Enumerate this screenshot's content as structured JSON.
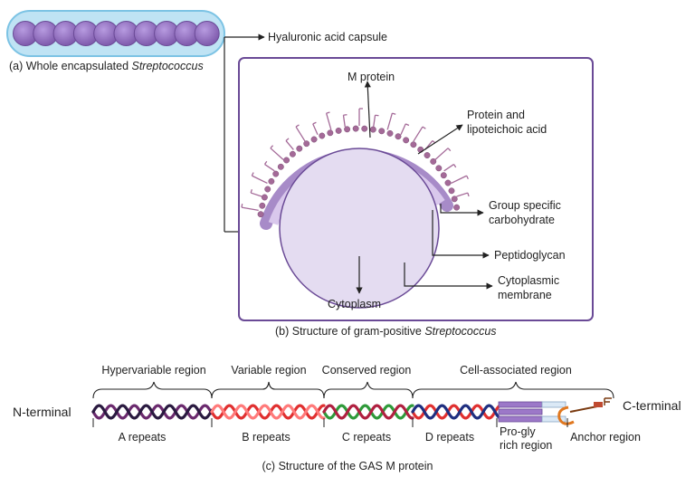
{
  "colors": {
    "chain_cell": "#8c69b5",
    "chain_glow": "#a9d7ee",
    "frame": "#6a4a96",
    "wall": "#b59ad2",
    "cytoplasm": "#e4dcf1",
    "m_protein_head": "#a46a98",
    "helix_a1": "#6b2a6e",
    "helix_a2": "#2a1a40",
    "helix_b1": "#e03030",
    "helix_b2": "#ff7a7a",
    "helix_c1": "#2f9a3a",
    "helix_c2": "#b02040",
    "helix_d1": "#e03030",
    "helix_d2": "#1f2f80",
    "proline_bar": "#9c78c8",
    "anchor": "#e07820"
  },
  "panel_a": {
    "caption_prefix": "(a) Whole encapsulated ",
    "caption_italic": "Streptococcus",
    "capsule_label": "Hyaluronic acid capsule",
    "chain_cells": 10
  },
  "panel_b": {
    "labels": {
      "m_protein": "M protein",
      "protein_lta_1": "Protein and",
      "protein_lta_2": "lipoteichoic acid",
      "group_carb_1": "Group specific",
      "group_carb_2": "carbohydrate",
      "peptidoglycan": "Peptidoglycan",
      "cyto_membrane_1": "Cytoplasmic",
      "cyto_membrane_2": "membrane",
      "cytoplasm": "Cytoplasm"
    },
    "caption_prefix": "(b) Structure of gram-positive ",
    "caption_italic": "Streptococcus"
  },
  "panel_c": {
    "n_terminal": "N-terminal",
    "c_terminal": "C-terminal",
    "regions": {
      "hypervariable": "Hypervariable region",
      "variable": "Variable region",
      "conserved": "Conserved region",
      "cell_associated": "Cell-associated region"
    },
    "repeats": {
      "a": "A repeats",
      "b": "B repeats",
      "c": "C repeats",
      "d": "D repeats",
      "progly_1": "Pro-gly",
      "progly_2": "rich region",
      "anchor": "Anchor region"
    },
    "caption": "(c) Structure of the GAS M protein"
  }
}
